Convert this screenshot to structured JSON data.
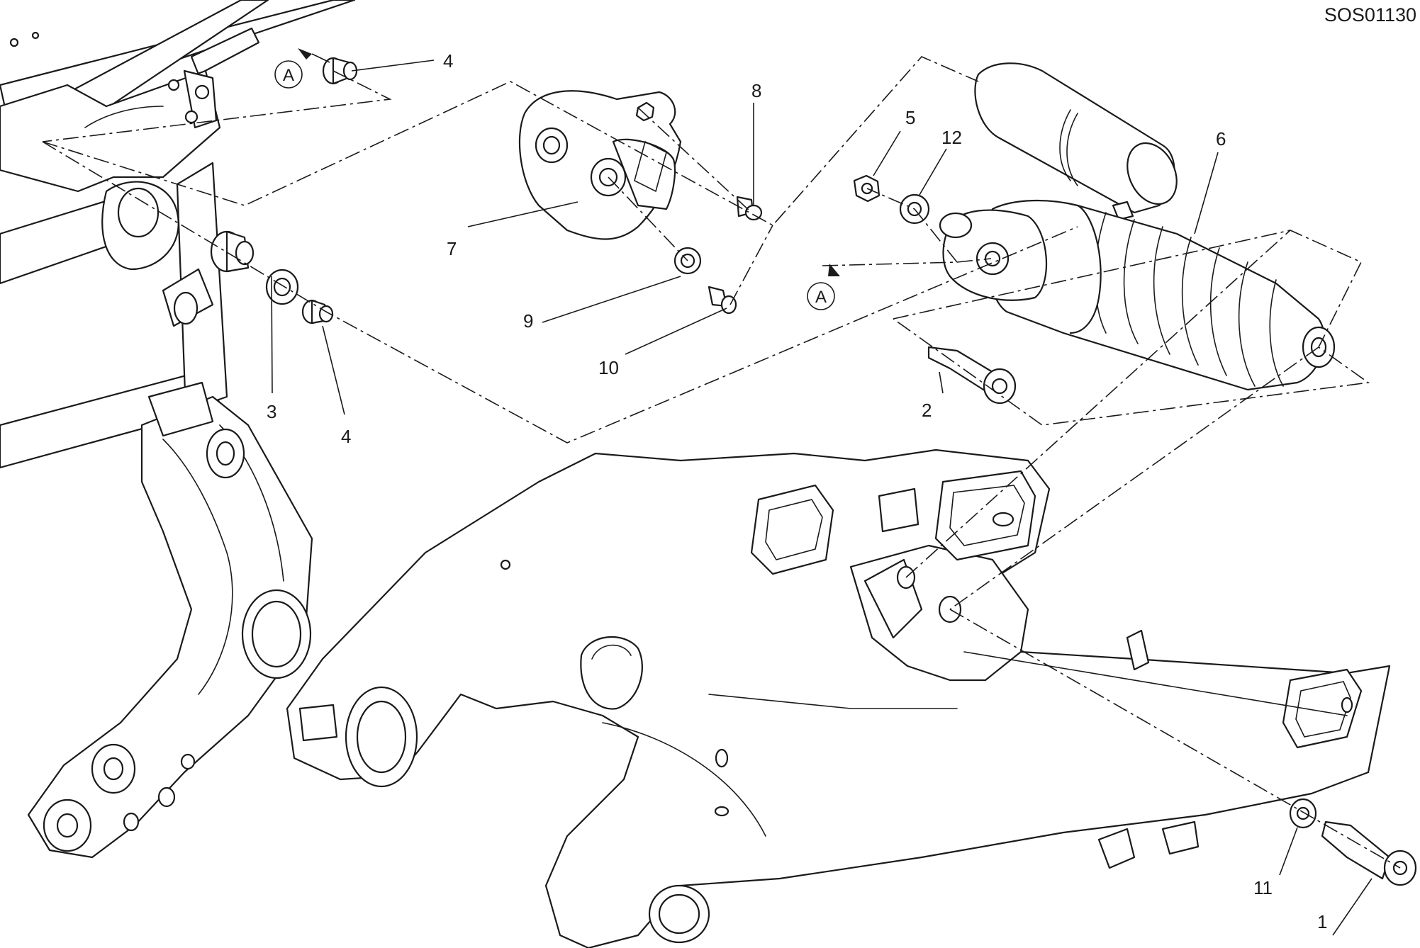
{
  "drawing_code": "SOS01130",
  "view_marker": "A",
  "callouts": [
    {
      "id": "c1",
      "label": "1"
    },
    {
      "id": "c2",
      "label": "2"
    },
    {
      "id": "c3",
      "label": "3"
    },
    {
      "id": "c4a",
      "label": "4"
    },
    {
      "id": "c4b",
      "label": "4"
    },
    {
      "id": "c5",
      "label": "5"
    },
    {
      "id": "c6",
      "label": "6"
    },
    {
      "id": "c7",
      "label": "7"
    },
    {
      "id": "c8",
      "label": "8"
    },
    {
      "id": "c9",
      "label": "9"
    },
    {
      "id": "c10",
      "label": "10"
    },
    {
      "id": "c11",
      "label": "11"
    },
    {
      "id": "c12",
      "label": "12"
    }
  ]
}
